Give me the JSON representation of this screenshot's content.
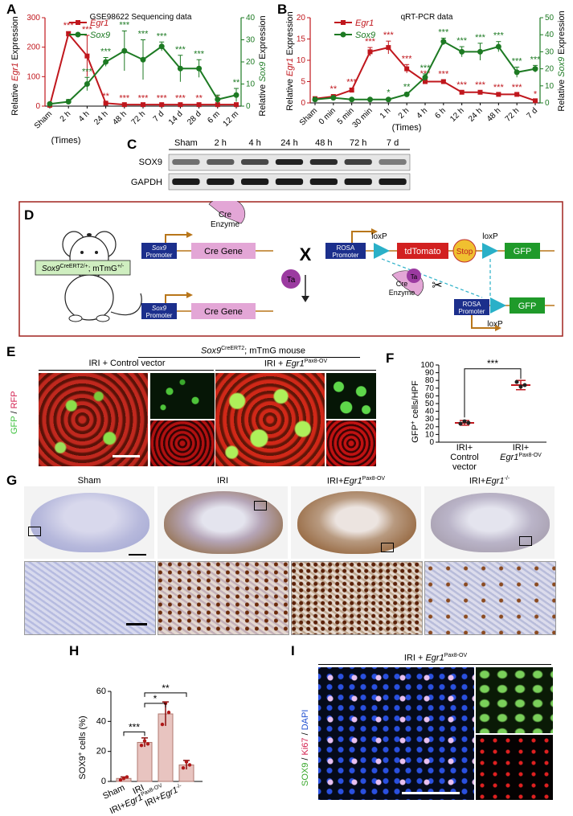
{
  "panels": {
    "A": {
      "label": "A",
      "title": "GSE98622 Sequencing data",
      "ylabel_left_gene": "Egr1",
      "ylabel_left_prefix": "Relative ",
      "ylabel_left_suffix": " Expression",
      "ylabel_right_gene": "Sox9",
      "ylabel_right_prefix": "Relative ",
      "ylabel_right_suffix": " Expression",
      "xunit": "(Times)"
    },
    "B": {
      "label": "B",
      "title": "qRT-PCR data",
      "ylabel_left_gene": "Egr1",
      "ylabel_left_prefix": "Relative ",
      "ylabel_left_suffix": " Expression",
      "ylabel_right_gene": "Sox9",
      "ylabel_right_prefix": "Relative ",
      "ylabel_right_suffix": " Expression",
      "xunit": "(Times)"
    },
    "C": {
      "label": "C",
      "lanes": [
        "Sham",
        "2 h",
        "4 h",
        "24 h",
        "48 h",
        "72 h",
        "7 d"
      ],
      "rows": [
        "SOX9",
        "GAPDH"
      ]
    },
    "D": {
      "label": "D",
      "mouse_label_gene": "Sox9",
      "mouse_label_sup": "CreERT2/+",
      "mouse_label_rest": "; mTmG",
      "mouse_label_sup2": "+/-",
      "sox9_promoter": "Sox9",
      "promoter_word": "Promoter",
      "cre_gene": "Cre Gene",
      "cre_enzyme": "Cre",
      "enzyme_word": "Enzyme",
      "cross": "X",
      "ta": "Ta",
      "rosa": "ROSA",
      "loxp": "loxP",
      "tdtomato": "tdTomato",
      "stop": "Stop",
      "gfp": "GFP"
    },
    "E": {
      "label": "E",
      "header_gene": "Sox9",
      "header_sup": "CreERT2",
      "header_rest": "; mTmG mouse",
      "left_title": "IRI + Control vector",
      "right_title_prefix": "IRI + ",
      "right_title_gene": "Egr1",
      "right_title_sup": "Pax8-OV",
      "side_label_gfp": "GFP",
      "side_label_sep": " / ",
      "side_label_rfp": "RFP"
    },
    "F": {
      "label": "F",
      "ylabel": "GFP",
      "ylabel_sup": "+",
      "ylabel_rest": " cells/HPF",
      "sig": "***",
      "cat1": [
        "IRI+",
        "Control",
        "vector"
      ],
      "cat2_line1": "IRI+",
      "cat2_gene": "Egr1",
      "cat2_sup": "Pax8-OV"
    },
    "G": {
      "label": "G",
      "titles": [
        "Sham",
        "IRI",
        "IRI+",
        "IRI+"
      ],
      "title3_gene": "Egr1",
      "title3_sup": "Pax8-OV",
      "title4_gene": "Egr1",
      "title4_sup": "-/-"
    },
    "H": {
      "label": "H",
      "ylabel": "SOX9",
      "ylabel_sup": "+",
      "ylabel_rest": " cells (%)",
      "sig": [
        "***",
        "*",
        "**"
      ],
      "cats": [
        "Sham",
        "IRI",
        "IRI+",
        "IRI+"
      ],
      "cat3_gene": "Egr1",
      "cat3_sup": "Pax8-OV",
      "cat4_gene": "Egr1",
      "cat4_sup": "-/-"
    },
    "I": {
      "label": "I",
      "title_prefix": "IRI + ",
      "title_gene": "Egr1",
      "title_sup": "Pax8-OV",
      "side_sox9": "SOX9",
      "side_sep": " / ",
      "side_ki67": "Ki67",
      "side_dapi": "DAPI"
    }
  },
  "colors": {
    "egr1": "#c0171d",
    "sox9": "#1d7a23",
    "gfp": "#3ec23e",
    "rfp": "#d32050",
    "dapi": "#1f4fd1",
    "frame": "#a0231f",
    "promoter": "#1c2f8c",
    "cre": "#e3a6d6",
    "ta": "#9b3aa0",
    "stop": "#f0c030",
    "arrow": "#b8761a",
    "dashed": "#2ab0c8"
  },
  "chart_data": [
    {
      "id": "A",
      "type": "line",
      "title": "GSE98622 Sequencing data",
      "categories": [
        "Sham",
        "2 h",
        "4 h",
        "24 h",
        "48 h",
        "72 h",
        "7 d",
        "14 d",
        "28 d",
        "6 m",
        "12 m"
      ],
      "ylim_left": [
        0,
        300
      ],
      "yticks_left": [
        0,
        100,
        200,
        300
      ],
      "ylim_right": [
        0,
        40
      ],
      "yticks_right": [
        0,
        10,
        20,
        30,
        40
      ],
      "series": [
        {
          "name": "Egr1",
          "axis": "left",
          "values": [
            3,
            245,
            170,
            10,
            5,
            5,
            5,
            5,
            5,
            5,
            5
          ],
          "err": [
            2,
            8,
            70,
            3,
            2,
            2,
            2,
            2,
            2,
            2,
            2
          ],
          "sig": [
            "",
            "***",
            "***",
            "**",
            "***",
            "***",
            "***",
            "***",
            "**",
            "*",
            ""
          ]
        },
        {
          "name": "Sox9",
          "axis": "right",
          "values": [
            1,
            2,
            10,
            20,
            25,
            21,
            27,
            17,
            17,
            3,
            5
          ],
          "err": [
            0.5,
            1,
            3,
            2,
            9,
            9,
            2,
            6,
            4,
            2,
            3
          ],
          "sig": [
            "",
            "",
            "***",
            "***",
            "***",
            "***",
            "***",
            "***",
            "***",
            "",
            "**"
          ]
        }
      ]
    },
    {
      "id": "B",
      "type": "line",
      "title": "qRT-PCR data",
      "categories": [
        "Sham",
        "0 min",
        "5 min",
        "30 min",
        "1 h",
        "2 h",
        "4 h",
        "6 h",
        "12 h",
        "24 h",
        "48 h",
        "72 h",
        "7 d"
      ],
      "ylim_left": [
        0,
        20
      ],
      "yticks_left": [
        0,
        5,
        10,
        15,
        20
      ],
      "ylim_right": [
        0,
        50
      ],
      "yticks_right": [
        0,
        10,
        20,
        30,
        40,
        50
      ],
      "series": [
        {
          "name": "Egr1",
          "axis": "left",
          "values": [
            1,
            1.5,
            3,
            12,
            13,
            8,
            5,
            5,
            2.5,
            2.5,
            2,
            2,
            0.5
          ],
          "err": [
            0.3,
            0.4,
            0.5,
            1,
            1.5,
            1,
            0.5,
            0.4,
            0.3,
            0.3,
            0.3,
            0.3,
            0.2
          ],
          "sig": [
            "",
            "**",
            "***",
            "***",
            "***",
            "***",
            "***",
            "***",
            "***",
            "***",
            "***",
            "***",
            "*"
          ]
        },
        {
          "name": "Sox9",
          "axis": "right",
          "values": [
            2,
            3,
            2,
            2,
            2,
            5,
            15,
            36,
            30,
            30,
            33,
            18,
            20
          ],
          "err": [
            0.5,
            0.5,
            0.5,
            0.5,
            0.5,
            1,
            2,
            2,
            3,
            5,
            3,
            3,
            2
          ],
          "sig": [
            "",
            "",
            "",
            "",
            "*",
            "**",
            "***",
            "***",
            "***",
            "***",
            "***",
            "***",
            "***"
          ]
        }
      ]
    },
    {
      "id": "F",
      "type": "scatter",
      "ylim": [
        0,
        100
      ],
      "yticks": [
        0,
        10,
        20,
        30,
        40,
        50,
        60,
        70,
        80,
        90,
        100
      ],
      "categories": [
        "IRI+ Control vector",
        "IRI+ Egr1 Pax8-OV"
      ],
      "groups": [
        {
          "mean": 25,
          "sd": 3,
          "points": [
            24,
            27,
            25
          ]
        },
        {
          "mean": 74,
          "sd": 6,
          "points": [
            78,
            72,
            74
          ]
        }
      ]
    },
    {
      "id": "H",
      "type": "bar",
      "ylim": [
        0,
        60
      ],
      "yticks": [
        0,
        20,
        40,
        60
      ],
      "categories": [
        "Sham",
        "IRI",
        "IRI+Egr1 Pax8-OV",
        "IRI+Egr1 -/-"
      ],
      "values": [
        2,
        26,
        45,
        11
      ],
      "err": [
        1,
        3,
        8,
        3
      ],
      "points": [
        [
          1,
          2,
          3
        ],
        [
          24,
          27,
          25
        ],
        [
          38,
          52,
          46
        ],
        [
          9,
          13,
          11
        ]
      ]
    }
  ]
}
